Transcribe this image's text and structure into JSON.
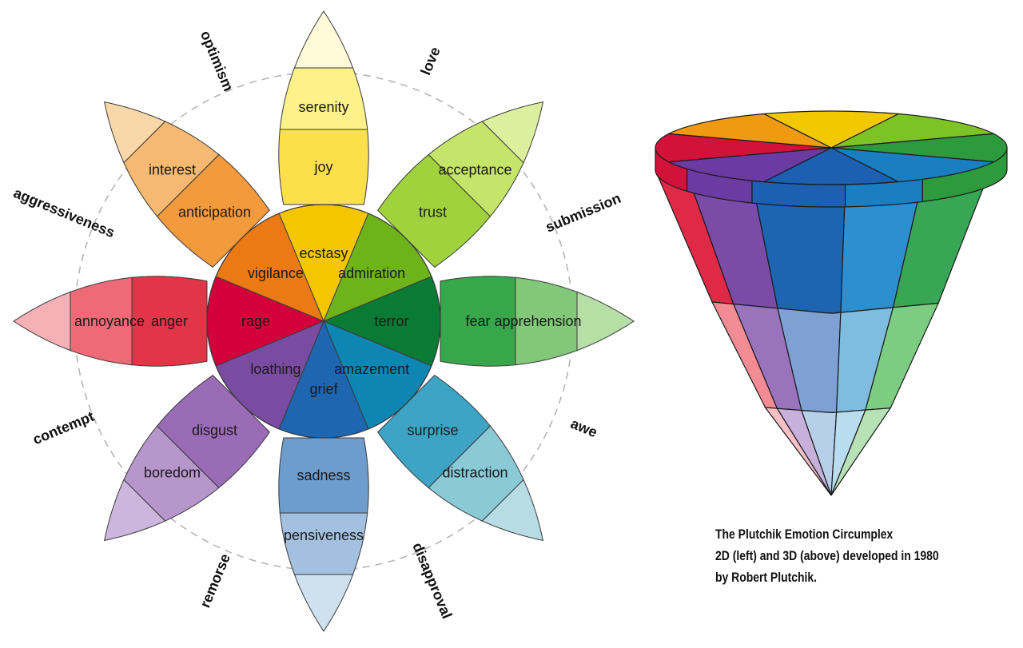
{
  "wheel": {
    "petals": [
      {
        "angle": 0,
        "outer": "serenity",
        "middle": "joy",
        "inner": "ecstasy",
        "colors": [
          "#fffbd9",
          "#fcf18a",
          "#fbe04c",
          "#f3c600"
        ]
      },
      {
        "angle": 45,
        "outer": "acceptance",
        "middle": "trust",
        "inner": "admiration",
        "colors": [
          "#dcef9f",
          "#c4e46a",
          "#9fd23d",
          "#6fb31a"
        ]
      },
      {
        "angle": 90,
        "outer": "apprehension",
        "middle": "fear",
        "inner": "terror",
        "colors": [
          "#b6dfa6",
          "#82c77a",
          "#38a64a",
          "#097b34"
        ]
      },
      {
        "angle": 135,
        "outer": "distraction",
        "middle": "surprise",
        "inner": "amazement",
        "colors": [
          "#b8dce4",
          "#8ac9d6",
          "#3ea4c5",
          "#0d86b4"
        ]
      },
      {
        "angle": 180,
        "outer": "pensiveness",
        "middle": "sadness",
        "inner": "grief",
        "colors": [
          "#cfe0ef",
          "#a4c0e0",
          "#6d9ccd",
          "#1f66b0"
        ]
      },
      {
        "angle": 225,
        "outer": "boredom",
        "middle": "disgust",
        "inner": "loathing",
        "colors": [
          "#cdb6dd",
          "#b796cc",
          "#9a6bb6",
          "#7a4ca1"
        ]
      },
      {
        "angle": 270,
        "outer": "annoyance",
        "middle": "anger",
        "inner": "rage",
        "colors": [
          "#f6b1b7",
          "#ee6a77",
          "#e03648",
          "#d3003b"
        ]
      },
      {
        "angle": 315,
        "outer": "interest",
        "middle": "anticipation",
        "inner": "vigilance",
        "colors": [
          "#f8d8a8",
          "#f5b971",
          "#f29a3c",
          "#eb7a14"
        ]
      }
    ],
    "dyads": [
      {
        "angle": 22.5,
        "label": "love"
      },
      {
        "angle": 67.5,
        "label": "submission"
      },
      {
        "angle": 112.5,
        "label": "awe"
      },
      {
        "angle": 157.5,
        "label": "disapproval"
      },
      {
        "angle": 202.5,
        "label": "remorse"
      },
      {
        "angle": 247.5,
        "label": "contempt"
      },
      {
        "angle": 292.5,
        "label": "aggressiveness"
      },
      {
        "angle": 337.5,
        "label": "optimism"
      }
    ]
  },
  "cone": {
    "top_colors": [
      "#f2c900",
      "#7ec326",
      "#2d9a3d",
      "#1a7fc2",
      "#1d5fb0",
      "#6b3aa3",
      "#d3123a",
      "#f09a12"
    ],
    "band_colors": [
      [
        "#e02a45",
        "#7a4ca8",
        "#1d64b3",
        "#2d8fd0",
        "#38a654"
      ],
      [
        "#f28b93",
        "#9a73bd",
        "#7ea0d2",
        "#7fbde0",
        "#7ccd82"
      ],
      [
        "#f7c0c4",
        "#c8b0dc",
        "#b7cfe9",
        "#b8ddef",
        "#b7e2b5"
      ]
    ]
  },
  "caption": {
    "line1": "The Plutchik Emotion Circumplex",
    "line2": "2D (left) and 3D (above) developed in 1980",
    "line3": "by Robert Plutchik."
  }
}
